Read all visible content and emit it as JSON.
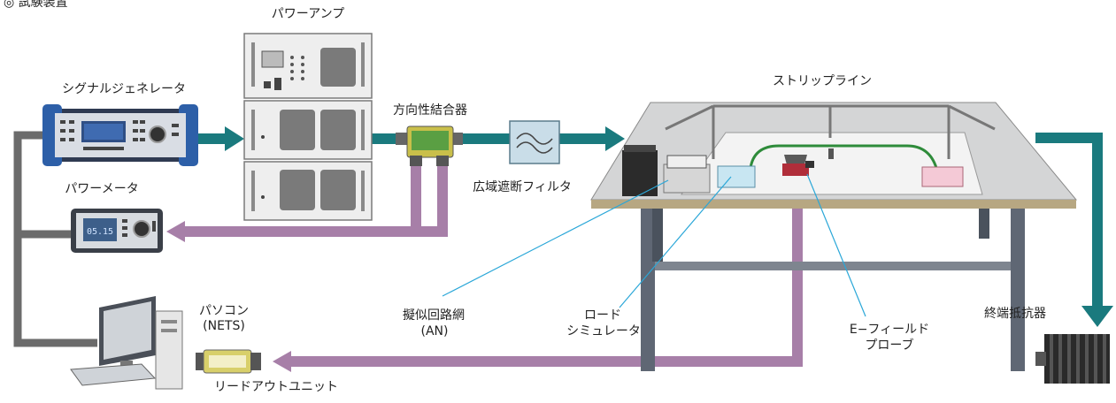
{
  "header": {
    "title": "◎ 試験装置"
  },
  "labels": {
    "power_amp": "パワーアンプ",
    "signal_generator": "シグナルジェネレータ",
    "directional_coupler": "方向性結合器",
    "stripline": "ストリップライン",
    "lowpass_filter": "広域遮断フィルタ",
    "power_meter": "パワーメータ",
    "pc_line1": "パソコン",
    "pc_line2": "(NETS)",
    "an_line1": "擬似回路網",
    "an_line2": "(AN)",
    "load_line1": "ロード",
    "load_line2": "シミュレータ",
    "probe_line1": "E−フィールド",
    "probe_line2": "プローブ",
    "terminator": "終端抵抗器",
    "readout": "リードアウトユニット"
  },
  "meter_display": "05.15",
  "colors": {
    "rf_line": "#1a7a7e",
    "signal_line": "#a77fa8",
    "control_line": "#6b6b6b",
    "leader": "#2aa7d8",
    "stripline_wire": "#2e8b3a"
  }
}
